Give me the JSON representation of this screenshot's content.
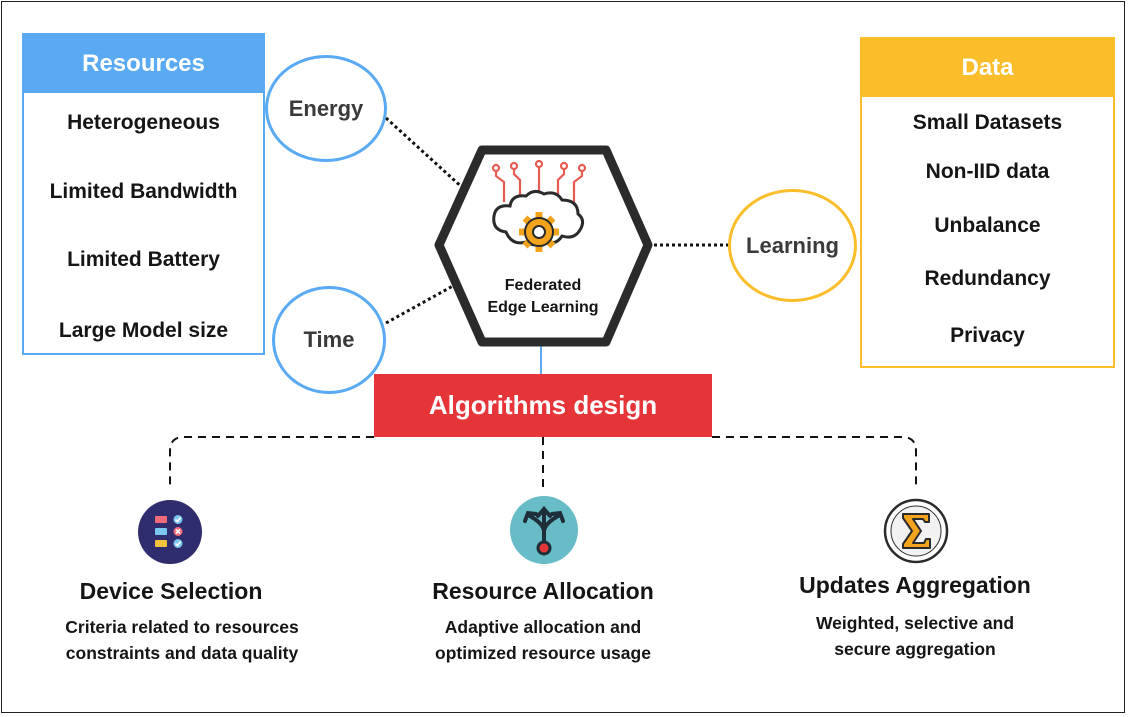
{
  "center": {
    "line1": "Federated",
    "line2": "Edge Learning"
  },
  "resources": {
    "title": "Resources",
    "color": "#59aaf2",
    "items": [
      "Heterogeneous",
      "Limited Bandwidth",
      "Limited Battery",
      "Large Model size"
    ]
  },
  "data": {
    "title": "Data",
    "color": "#fbbe2a",
    "items": [
      "Small Datasets",
      "Non-IID data",
      "Unbalance",
      "Redundancy",
      "Privacy"
    ]
  },
  "factors": {
    "energy": "Energy",
    "time": "Time",
    "learning": "Learning"
  },
  "algorithms": {
    "title": "Algorithms design",
    "color": "#e63539"
  },
  "steps": [
    {
      "title": "Device Selection",
      "desc1": "Criteria related to resources",
      "desc2": "constraints and data quality",
      "icon": "checklist-icon"
    },
    {
      "title": "Resource Allocation",
      "desc1": "Adaptive allocation and",
      "desc2": "optimized resource usage",
      "icon": "branching-arrows-icon"
    },
    {
      "title": "Updates Aggregation",
      "desc1": "Weighted, selective and",
      "desc2": "secure aggregation",
      "icon": "sigma-icon"
    }
  ]
}
